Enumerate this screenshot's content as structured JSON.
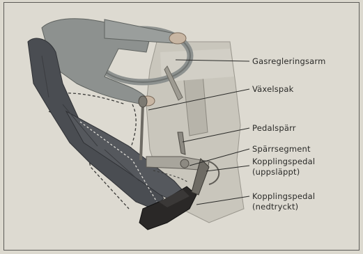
{
  "labels": {
    "gasregleringsarm": "Gasregleringsarm",
    "vaxelspak": "Växelspak",
    "pedalsparr": "Pedalspärr",
    "sparrsegment": "Spärrsegment",
    "kopplingspedal_uppslappt_1": "Kopplingspedal",
    "kopplingspedal_uppslappt_2": "(uppsläppt)",
    "kopplingspedal_nedtryckt_1": "Kopplingspedal",
    "kopplingspedal_nedtryckt_2": "(nedtryckt)"
  },
  "colors": {
    "background": "#dddad1",
    "trousers": "#4a4d52",
    "shirt": "#8d918f",
    "cab_panel": "#c9c6bc",
    "shoe": "#2a2827",
    "text": "#2a2a28"
  }
}
